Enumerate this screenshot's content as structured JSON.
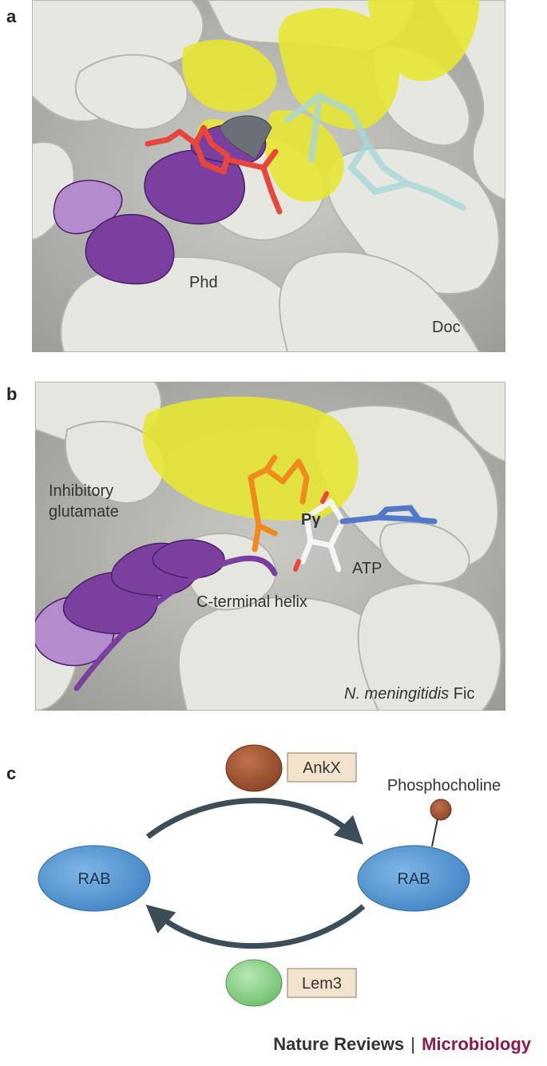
{
  "panel_a": {
    "letter": "a",
    "labels": {
      "phd": "Phd",
      "doc": "Doc"
    }
  },
  "panel_b": {
    "letter": "b",
    "labels": {
      "inhibitory_line1": "Inhibitory",
      "inhibitory_line2": "glutamate",
      "pgamma": "Pγ",
      "atp": "ATP",
      "cterm": "C-terminal helix",
      "organism": "N. meningitidis",
      "protein": "Fic"
    }
  },
  "panel_c": {
    "letter": "c",
    "left_node": "RAB",
    "right_node": "RAB",
    "forward_enzyme": "AnkX",
    "reverse_enzyme": "Lem3",
    "modification": "Phosphocholine",
    "colors": {
      "rab": "#5b9bd5",
      "ankx_ball": "#a05a3c",
      "lem3_ball": "#8fd08f",
      "label_box": "#f2e4cc",
      "arrow": "#3d4d57"
    }
  },
  "footer": {
    "journal": "Nature Reviews",
    "separator": "|",
    "section": "Microbiology",
    "section_color": "#8b1a4a"
  },
  "colors": {
    "surface": "#e4e4df",
    "yellow": "#e6e633",
    "purple": "#7b3fa0",
    "red": "#e8463c",
    "orange": "#f08a1c"
  }
}
